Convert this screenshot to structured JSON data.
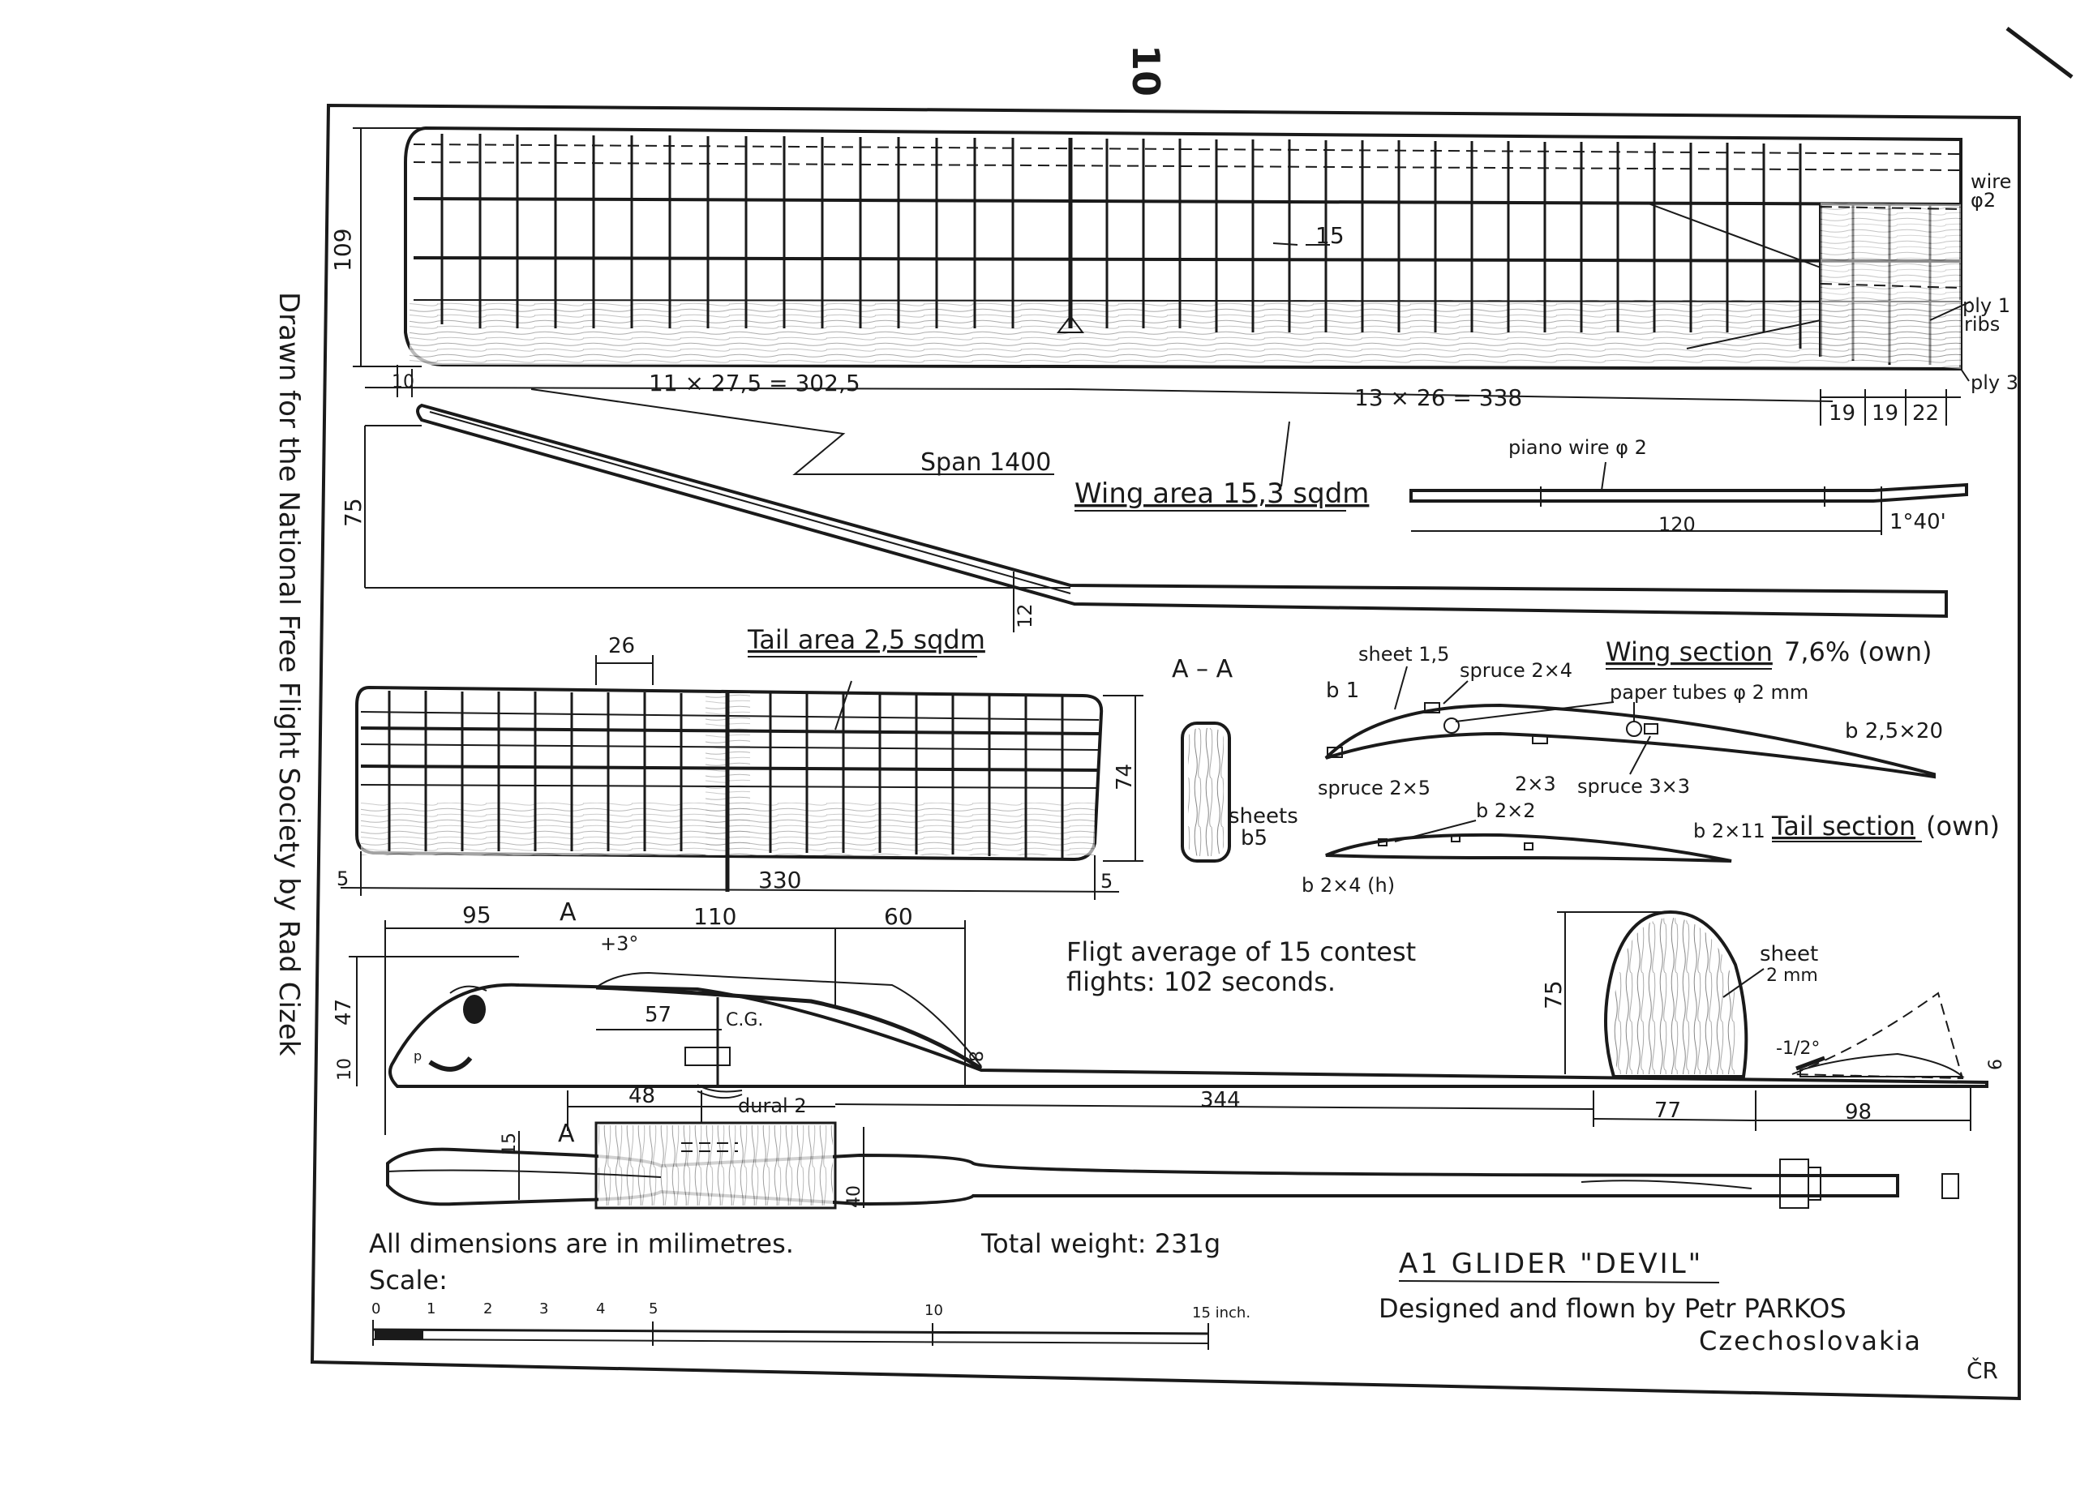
{
  "page_number": "10",
  "side_credit": "Drawn for the National Free Flight Society by Rad Cizek",
  "wing": {
    "height_dim": "109",
    "rib_spacing": "15",
    "tip_offset": "10",
    "inner_ribs": "11 × 27,5 = 302,5",
    "outer_ribs": "13 × 26 = 338",
    "tip_dims": [
      "19",
      "19",
      "22"
    ],
    "wire_label": "wire",
    "wire_dim": "φ2",
    "ply1": "ply 1",
    "ribs": "ribs",
    "ply3": "ply 3",
    "span": "Span 1400",
    "area": "Wing area 15,3 sqdm",
    "dihedral_height": "75",
    "center_dim": "12",
    "piano_wire": "piano wire φ 2",
    "wire_length": "120",
    "wire_angle": "1°40'"
  },
  "tail": {
    "area": "Tail area 2,5 sqdm",
    "rib_spacing": "26",
    "chord": "74",
    "span": "330",
    "tip_left": "5",
    "tip_right": "5"
  },
  "section_aa": {
    "title": "A – A",
    "sheets": "sheets",
    "sheet_dim": "b5"
  },
  "wing_section": {
    "title": "Wing section",
    "percent": "7,6% (own)",
    "sheet": "sheet 1,5",
    "spruce_top": "spruce 2×4",
    "b1": "b 1",
    "paper_tubes": "paper tubes φ 2 mm",
    "b_trailing": "b 2,5×20",
    "spruce_le": "spruce 2×5",
    "dim_23": "2×3",
    "spruce_33": "spruce 3×3"
  },
  "tail_section": {
    "title": "Tail section",
    "own": "(own)",
    "b22": "b 2×2",
    "b211": "b 2×11",
    "b24": "b 2×4 (h)"
  },
  "fuselage": {
    "dim_95": "95",
    "dim_a": "A",
    "dim_plus3": "+3°",
    "dim_110": "110",
    "dim_60": "60",
    "dim_47": "47",
    "dim_57": "57",
    "cg": "C.G.",
    "dim_10": "10",
    "dim_8": "8",
    "dim_48": "48",
    "dural": "dural 2",
    "dim_344": "344",
    "dim_77": "77",
    "dim_98": "98",
    "fin_height": "75",
    "sheet": "sheet",
    "sheet_mm": "2 mm",
    "angle": "-1/2°",
    "dim_6": "6",
    "dim_15": "15",
    "dim_40": "40"
  },
  "notes": {
    "flight": "Fligt average of 15 contest",
    "flight2": "flights: 102 seconds.",
    "dimensions": "All dimensions are in milimetres.",
    "weight": "Total weight: 231g",
    "scale": "Scale:",
    "scale_ticks": [
      "0",
      "1",
      "2",
      "3",
      "4",
      "5",
      "10",
      "15 inch."
    ]
  },
  "title_block": {
    "title": "A1 GLIDER \"DEVIL\"",
    "designer": "Designed and flown by Petr PARKOS",
    "country": "Czechoslovakia",
    "initials": "ČR"
  }
}
